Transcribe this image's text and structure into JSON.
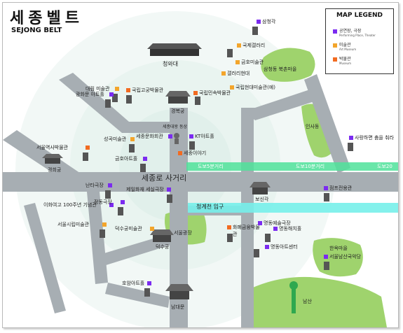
{
  "title": {
    "kr": "세종벨트",
    "en": "SEJONG BELT"
  },
  "colors": {
    "theater": "#7b2bf0",
    "art": "#f3a52b",
    "museum": "#f26b21",
    "green": "#9fd36d",
    "road": "#a7aeb3",
    "walk": "#4fe29a",
    "stream": "#77f0ea"
  },
  "legend": {
    "title": "MAP LEGEND",
    "items": [
      {
        "kr": "공연장, 극장",
        "en": "Performing Place, Theater",
        "color": "#7b2bf0"
      },
      {
        "kr": "미술관",
        "en": "Art Museum",
        "color": "#f3a52b"
      },
      {
        "kr": "박물관",
        "en": "Museum",
        "color": "#f26b21"
      }
    ]
  },
  "roads": {
    "sejongno": "세종로 사거리",
    "cheonggye": "청계천 입구"
  },
  "walk_labels": [
    "도보5분거리",
    "도보10분거리",
    "도보20"
  ],
  "places": [
    {
      "name": "삼청각",
      "type": "theater"
    },
    {
      "name": "국제갤러리",
      "type": "art"
    },
    {
      "name": "금호미술관",
      "type": "art"
    },
    {
      "name": "갤러리현대",
      "type": "art"
    },
    {
      "name": "국립현대미술관(예)",
      "type": "art"
    },
    {
      "name": "국립민속박물관",
      "type": "museum"
    },
    {
      "name": "국립고궁박물관",
      "type": "museum"
    },
    {
      "name": "대림 미술관",
      "type": "art"
    },
    {
      "name": "광화문 아트홀",
      "type": "theater"
    },
    {
      "name": "성곡미술관",
      "type": "art"
    },
    {
      "name": "세종문화회관",
      "type": "theater"
    },
    {
      "name": "KT아트홀",
      "type": "theater"
    },
    {
      "name": "금호아트홀",
      "type": "theater"
    },
    {
      "name": "서울역사박물관",
      "type": "museum"
    },
    {
      "name": "세종이야기",
      "type": "museum"
    },
    {
      "name": "난타극장",
      "type": "theater"
    },
    {
      "name": "제일화재 세실극장",
      "type": "theater"
    },
    {
      "name": "이화여고 100주년 기념관",
      "type": "theater"
    },
    {
      "name": "정동극장",
      "type": "theater"
    },
    {
      "name": "서울시립미술관",
      "type": "art"
    },
    {
      "name": "덕수궁미술관",
      "type": "art"
    },
    {
      "name": "화폐금융박물관",
      "type": "museum"
    },
    {
      "name": "명동예술극장",
      "type": "theater"
    },
    {
      "name": "명동해치홀",
      "type": "theater"
    },
    {
      "name": "명동아트센터",
      "type": "theater"
    },
    {
      "name": "서울남산국악당",
      "type": "theater"
    },
    {
      "name": "점프전용관",
      "type": "theater"
    },
    {
      "name": "사랑하면 춤을 춰라",
      "type": "theater"
    },
    {
      "name": "호암아트홀",
      "type": "theater"
    }
  ],
  "landmarks": [
    "청와대",
    "경복궁",
    "세종대왕 동상",
    "경희궁",
    "보신각",
    "덕수궁",
    "서울광장",
    "남대문",
    "남산",
    "한옥마을",
    "인사동",
    "삼청동 북촌마을"
  ]
}
